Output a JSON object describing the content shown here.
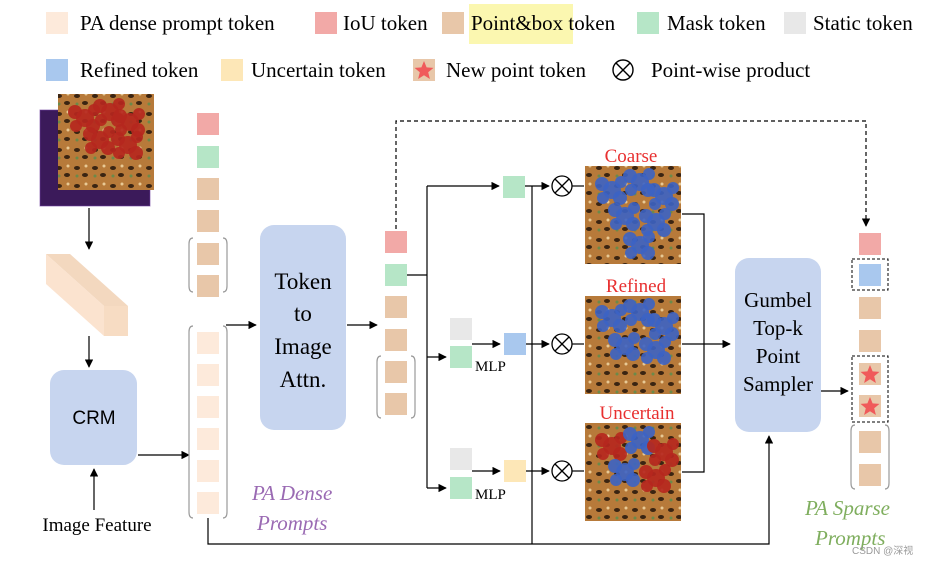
{
  "legend": [
    {
      "label": "PA dense prompt token",
      "color": "#fdeadb",
      "kind": "swatch"
    },
    {
      "label": "IoU token",
      "color": "#f2a9a7",
      "kind": "swatch"
    },
    {
      "label": "Point&box token",
      "color": "#e8c7a9",
      "kind": "swatch",
      "highlight": "#fbf7b0"
    },
    {
      "label": "Mask token",
      "color": "#b6e6c7",
      "kind": "swatch"
    },
    {
      "label": "Static token",
      "color": "#e8e8e8",
      "kind": "swatch"
    },
    {
      "label": "Refined token",
      "color": "#a9c8ee",
      "kind": "swatch"
    },
    {
      "label": "Uncertain token",
      "color": "#fde7b7",
      "kind": "swatch"
    },
    {
      "label": "New point token",
      "color": "#e8c7a9",
      "kind": "star"
    },
    {
      "label": "Point-wise product",
      "kind": "otimes"
    }
  ],
  "blocks": {
    "crm": "CRM",
    "tti": [
      "Token",
      "to",
      "Image",
      "Attn."
    ],
    "gumbel": [
      "Gumbel",
      "Top-k",
      "Point",
      "Sampler"
    ]
  },
  "labels": {
    "image_feature": "Image Feature",
    "mlp": "MLP",
    "coarse": "Coarse",
    "refined": "Refined",
    "uncertain": "Uncertain",
    "pa_dense": [
      "PA Dense",
      "Prompts"
    ],
    "pa_sparse": [
      "PA Sparse",
      "Prompts"
    ],
    "watermark": "CSDN @深视"
  },
  "colors": {
    "block": "#c7d5ef",
    "dense": "#fdeadb",
    "iou": "#f2a9a7",
    "pointbox": "#e8c7a9",
    "mask": "#b6e6c7",
    "static": "#e8e8e8",
    "refined": "#a9c8ee",
    "uncertain": "#fde7b7",
    "star": "#f05a5a",
    "red_text": "#e83030",
    "purple_text": "#9a6ab3",
    "green_text": "#7fae5e"
  },
  "icons": [
    "leopard-image-icon",
    "cuboid-icon",
    "otimes-icon",
    "star-icon"
  ]
}
